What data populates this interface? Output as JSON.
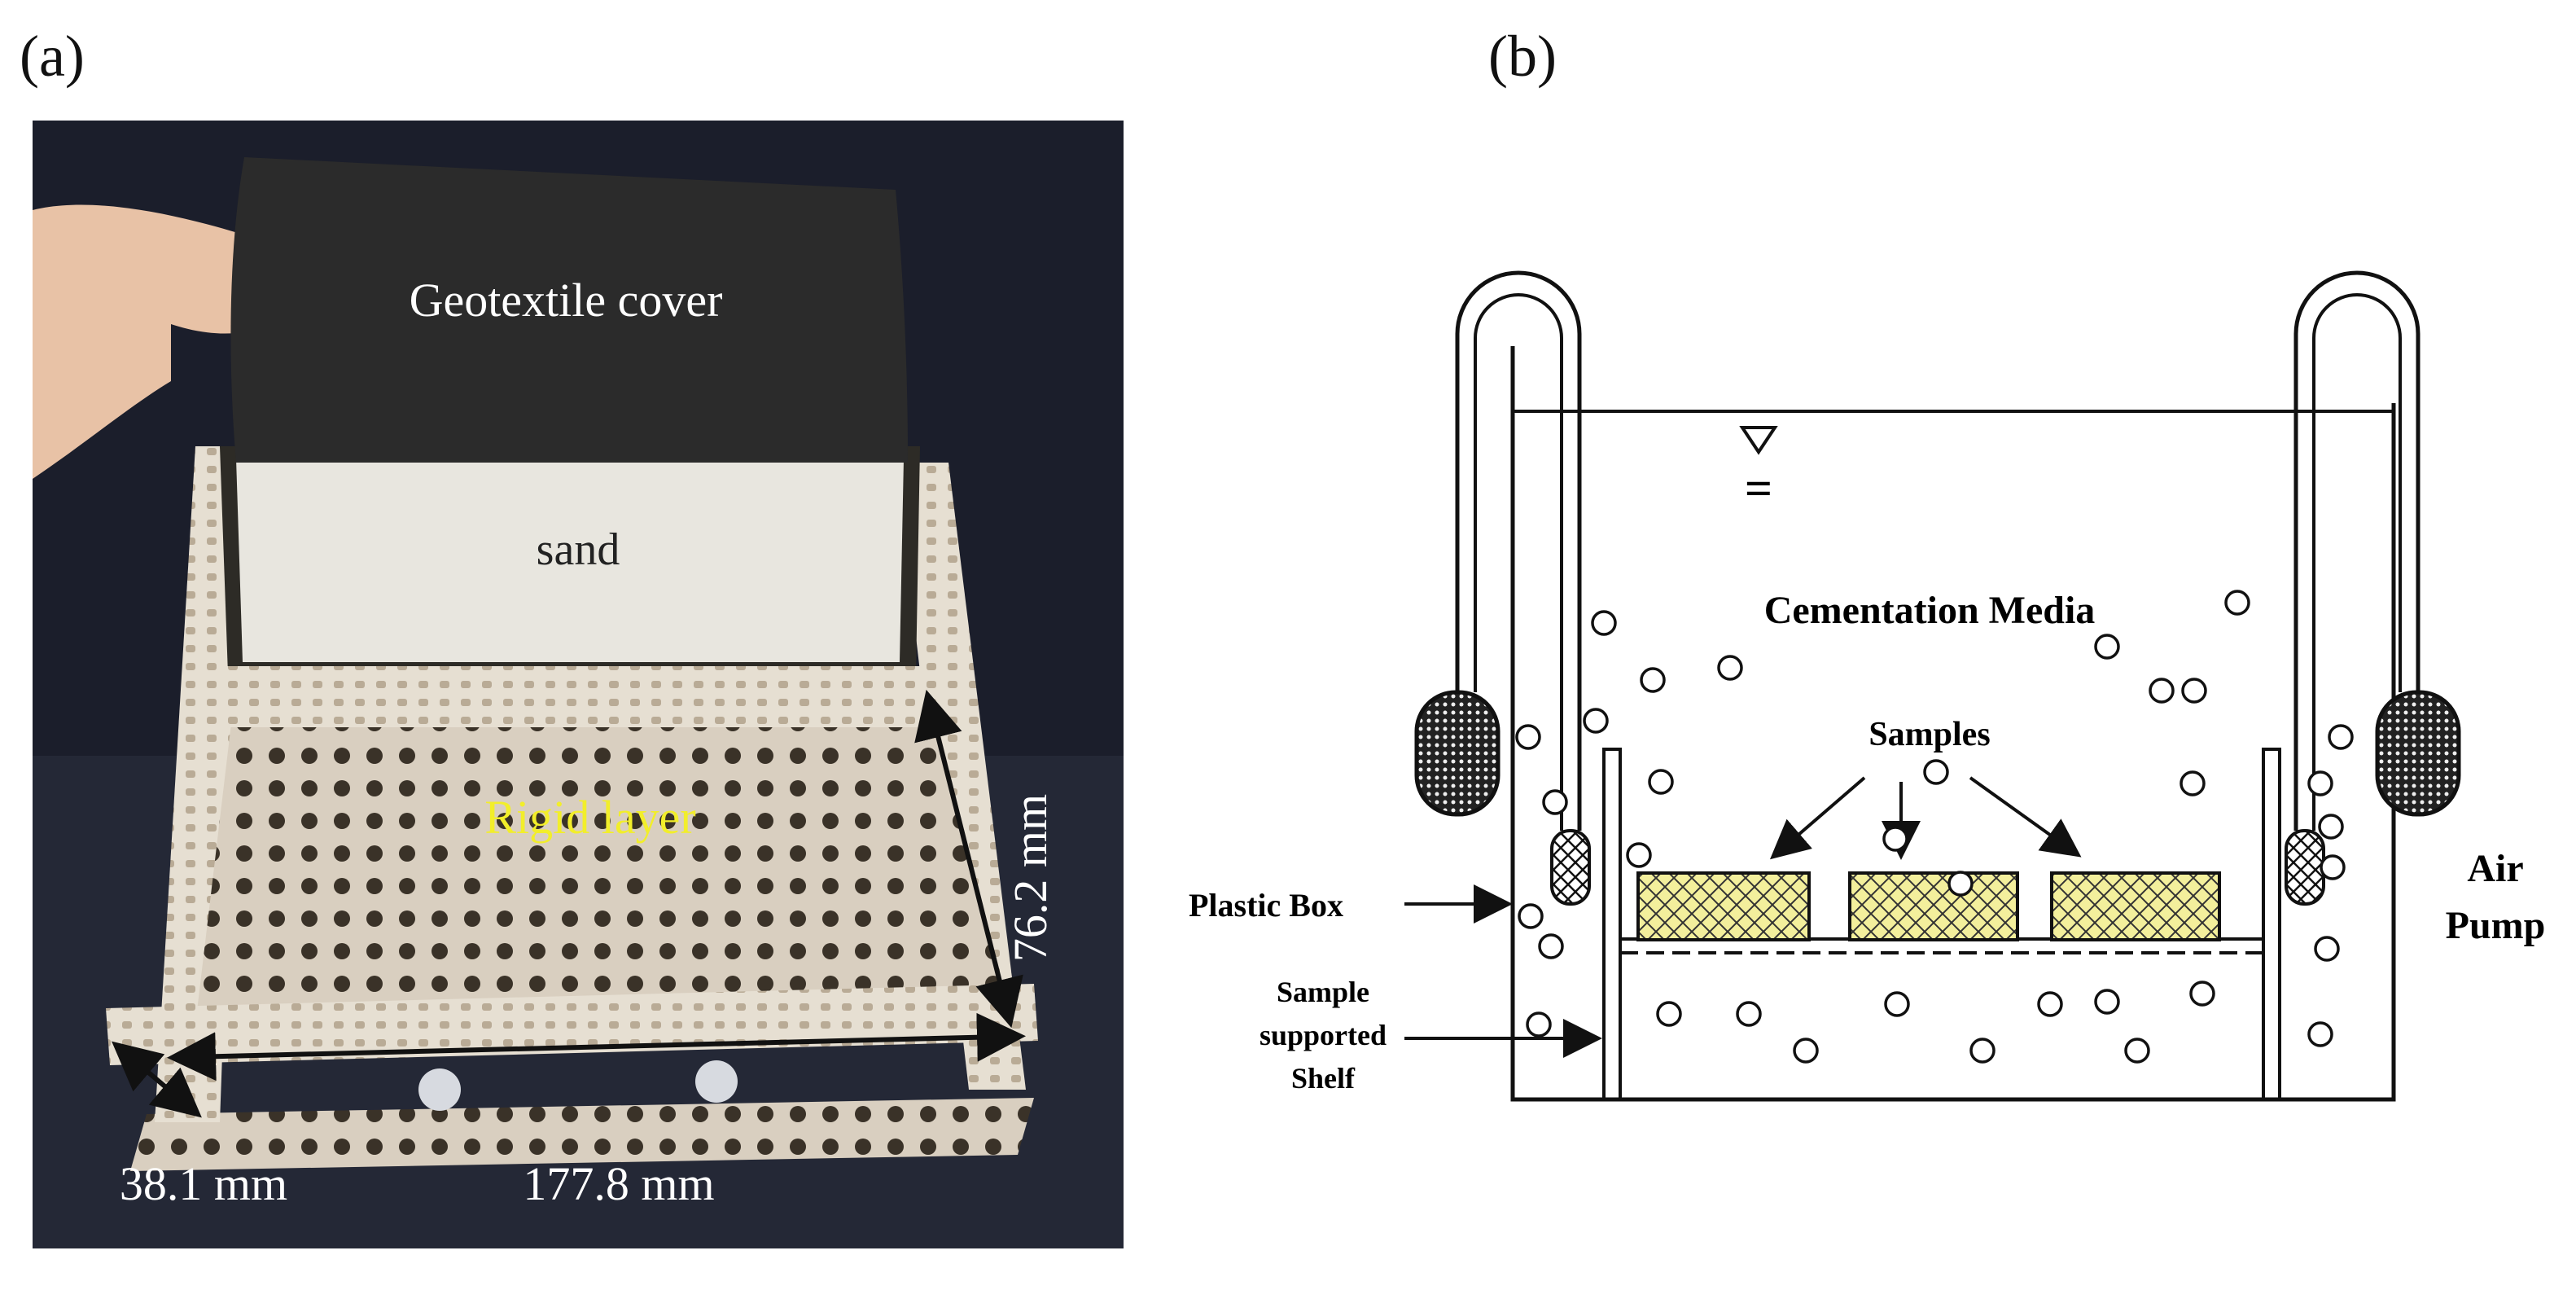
{
  "panels": {
    "a": {
      "label": "(a)",
      "annotations": {
        "cover": "Geotextile cover",
        "sand": "sand",
        "rigid": "Rigid layer",
        "height": "76.2 mm",
        "depth": "38.1 mm",
        "length": "177.8 mm"
      },
      "colors": {
        "background": "#1b1e2b",
        "geotextile": "#2b2b2b",
        "sand": "#e8e6df",
        "frame": "#e6dfd2",
        "rigid_label": "#f2ee2a",
        "hand": "#e8c2a6"
      }
    },
    "b": {
      "label": "(b)",
      "labels": {
        "media": "Cementation Media",
        "samples": "Samples",
        "plastic_box": "Plastic Box",
        "shelf_line1": "Sample",
        "shelf_line2": "supported",
        "shelf_line3": "Shelf",
        "pump_line1": "Air",
        "pump_line2": "Pump",
        "water_mark": "="
      },
      "colors": {
        "stroke": "#111111",
        "sample_fill": "#f3ef9c",
        "stone_fill": "#222222"
      }
    }
  }
}
